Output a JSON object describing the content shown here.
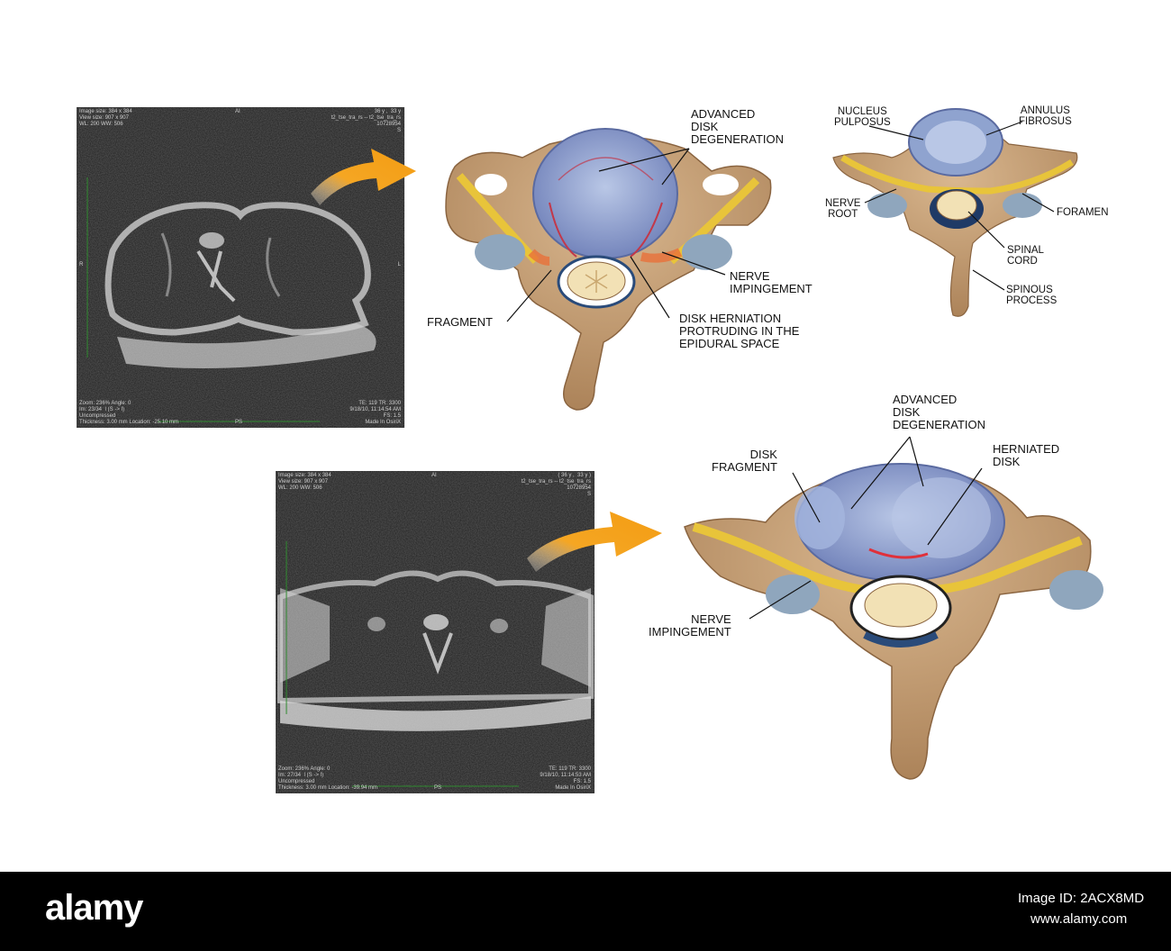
{
  "mri_top": {
    "meta_tl": "Image size: 384 x 384\nView size: 907 x 907\nWL: 200 WW: 506",
    "meta_tc": "AI",
    "meta_tr": "36 y ,  33 y\nt2_tse_tra_rs -- t2_tse_tra_rs\n10728954\nS",
    "meta_r": "R",
    "meta_l": "L",
    "meta_bl": "Zoom: 236% Angle: 0\nIm: 23/34  I (S -> I)\nUncompressed\nThickness: 3.00 mm Location: -25.10 mm",
    "meta_br": "TE: 119 TR: 3300\n9/18/10, 11:14:54 AM\nFS: 1.5\nMade In OsiriX",
    "meta_bc": "PS"
  },
  "mri_bottom": {
    "meta_tl": "Image size: 384 x 384\nView size: 907 x 907\nWL: 200 WW: 506",
    "meta_tc": "AI",
    "meta_tr": "( 36 y ,  33 y )\nt2_tse_tra_rs -- t2_tse_tra_rs\n10728954\nS",
    "meta_bl": "Zoom: 236% Angle: 0\nIm: 27/34  I (S -> I)\nUncompressed\nThickness: 3.00 mm Location: -39.94 mm",
    "meta_br": "TE: 119 TR: 3300\n9/18/10, 11:14:53 AM\nFS: 1.5\nMade In OsiriX",
    "meta_bc": "PS"
  },
  "labels_top": {
    "advanced": "ADVANCED\nDISK\nDEGENERATION",
    "nerve_imp": "NERVE\nIMPINGEMENT",
    "fragment": "FRAGMENT",
    "herniation": "DISK HERNIATION\nPROTRUDING IN THE\nEPIDURAL SPACE"
  },
  "labels_normal": {
    "nucleus": "NUCLEUS\nPULPOSUS",
    "annulus": "ANNULUS\nFIBROSUS",
    "nerve_root": "NERVE\nROOT",
    "foramen": "FORAMEN",
    "spinal_cord": "SPINAL\nCORD",
    "spinous": "SPINOUS\nPROCESS"
  },
  "labels_bottom": {
    "advanced": "ADVANCED\nDISK\nDEGENERATION",
    "fragment": "DISK\nFRAGMENT",
    "herniated": "HERNIATED\nDISK",
    "nerve_imp": "NERVE\nIMPINGEMENT"
  },
  "footer": {
    "brand": "alamy",
    "stock_id": "Image ID: 2ACX8MD",
    "url": "www.alamy.com"
  },
  "colors": {
    "arrow": "#f5a623",
    "bone": "#c9a37a",
    "disc": "#8fa3cf",
    "nerve": "#e8c43a",
    "footer": "#000000"
  }
}
